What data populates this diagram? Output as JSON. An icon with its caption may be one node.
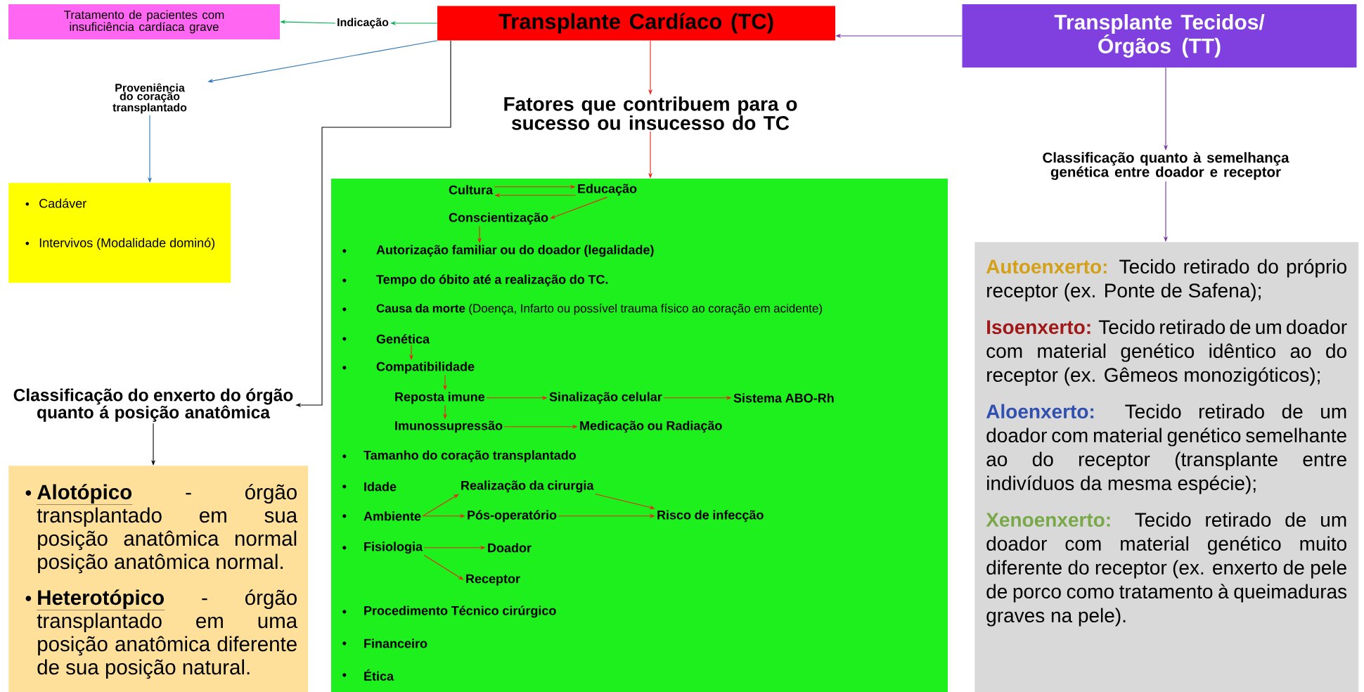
{
  "diagram": {
    "nodes": [
      {
        "text": [
          "Tratamento de pacientes com insuficiência cardíaca grave"
        ]
      },
      {
        "text": [
          "Indicação"
        ]
      },
      {
        "text": [
          "Transplante Cardíaco (TC)"
        ]
      },
      {
        "text": [
          "Transplante Tecidos/ Órgãos (TT)"
        ]
      },
      {
        "text": [
          "Proveniência do coração transplantado"
        ]
      },
      {
        "text": [
          "Cadáver",
          "Intervivos (Modalidade dominó)"
        ]
      },
      {
        "text": [
          "Fatores que contribuem para o sucesso ou insucesso do TC"
        ]
      },
      {
        "text": [],
        "shape": "box"
      },
      {
        "text": [
          "Classificação do enxerto do órgão quanto á posição anatômica"
        ]
      },
      {
        "text": [
          "Alotópico",
          "- órgão transplantado em sua posição anatômica normal posição anatômica normal.",
          "Heterotópico",
          "- órgão transplantado em uma posição anatômica diferente de sua posição natural."
        ]
      },
      {
        "text": [
          "Classificação quanto à semelhança genética entre doador e receptor"
        ]
      },
      {
        "text": [
          "Autoenxerto:",
          "Tecido retirado do próprio receptor (ex. Ponte de Safena);",
          "Isoenxerto:",
          "Tecido retirado de um doador com material genético idêntico ao do receptor (ex. Gêmeos monozigóticos);",
          "Aloenxerto:",
          "Tecido retirado de um doador com material genético semelhante ao do receptor (transplante entre indivíduos da mesma espécie);",
          "Xenoenxerto:",
          "Tecido retirado de um doador com material genético muito diferente do receptor (ex. enxerto de pele de porco como tratamento à queimaduras graves na pele)."
        ]
      },
      {
        "text": [
          "Cultura"
        ],
        "in": 7
      },
      {
        "text": [
          "Educação"
        ],
        "in": 7
      },
      {
        "text": [
          "Conscientização"
        ],
        "in": 7
      },
      {
        "text": [
          "Autorização familiar ou do doador (legalidade)"
        ],
        "in": 7
      },
      {
        "text": [
          "Tempo do óbito até a realização do TC."
        ],
        "in": 7
      },
      {
        "text": [
          "**Causa da morte** (Doença, Infarto ou possível trauma físico ao coração em acidente)"
        ],
        "in": 7
      },
      {
        "text": [
          "Genética"
        ],
        "in": 7
      },
      {
        "text": [
          "Compatibilidade"
        ],
        "in": 7
      },
      {
        "text": [
          "Reposta imune"
        ],
        "in": 7
      },
      {
        "text": [
          "Sinalização celular"
        ],
        "in": 7
      },
      {
        "text": [
          "Sistema ABO-Rh"
        ],
        "in": 7
      },
      {
        "text": [
          "Imunossupressão"
        ],
        "in": 7
      },
      {
        "text": [
          "Medicação ou Radiação"
        ],
        "in": 7
      },
      {
        "text": [
          "Tamanho do coração transplantado"
        ],
        "in": 7
      },
      {
        "text": [
          "Idade"
        ],
        "in": 7
      },
      {
        "text": [
          "Realização da cirurgia"
        ],
        "in": 7
      },
      {
        "text": [
          "Ambiente"
        ],
        "in": 7
      },
      {
        "text": [
          "Pós-operatório"
        ],
        "in": 7
      },
      {
        "text": [
          "Risco de infecção"
        ],
        "in": 7
      },
      {
        "text": [
          "Fisiologia"
        ],
        "in": 7
      },
      {
        "text": [
          "Doador"
        ],
        "in": 7
      },
      {
        "text": [
          "Receptor"
        ],
        "in": 7
      },
      {
        "text": [
          "Procedimento Técnico cirúrgico"
        ],
        "in": 7
      },
      {
        "text": [
          "Financeiro"
        ],
        "in": 7
      },
      {
        "text": [
          "Ética"
        ],
        "in": 7
      }
    ],
    "edges": [
      {
        "from": 1,
        "to": 0,
        "arrow": "to",
        "color": "#00b050"
      },
      {
        "from": 2,
        "to": 1,
        "arrow": "to",
        "color": "#00b050"
      },
      {
        "from": 3,
        "to": 2,
        "arrow": "to",
        "color": "#7030a0"
      },
      {
        "from": 2,
        "to": 4,
        "arrow": "to",
        "color": "#2e75b6"
      },
      {
        "from": 4,
        "to": 5,
        "arrow": "to",
        "color": "#2e75b6"
      },
      {
        "from": 2,
        "to": 6,
        "arrow": "to"
      },
      {
        "from": 6,
        "to": 7,
        "arrow": "to"
      },
      {
        "from": 2,
        "to": 8,
        "arrow": "to",
        "color": "#000000"
      },
      {
        "from": 8,
        "to": 9,
        "arrow": "to",
        "color": "#000000"
      },
      {
        "from": 3,
        "to": 10,
        "arrow": "to",
        "color": "#7030a0"
      },
      {
        "from": 10,
        "to": 11,
        "arrow": "to",
        "color": "#7030a0"
      },
      {
        "from": 12,
        "to": 13,
        "arrow": "to"
      },
      {
        "from": 13,
        "to": 12,
        "arrow": "to"
      },
      {
        "from": 13,
        "to": 14,
        "arrow": "to"
      },
      {
        "from": 14,
        "to": 15,
        "arrow": "to"
      },
      {
        "from": 18,
        "to": 19,
        "arrow": "to"
      },
      {
        "from": 19,
        "to": 20,
        "arrow": "to"
      },
      {
        "from": 20,
        "to": 21,
        "arrow": "to"
      },
      {
        "from": 21,
        "to": 22,
        "arrow": "to"
      },
      {
        "from": 20,
        "to": 23,
        "arrow": "to"
      },
      {
        "from": 23,
        "to": 24,
        "arrow": "to"
      },
      {
        "from": 28,
        "to": 27,
        "arrow": "to"
      },
      {
        "from": 28,
        "to": 29,
        "arrow": "to"
      },
      {
        "from": 27,
        "to": 30,
        "arrow": "to"
      },
      {
        "from": 29,
        "to": 30,
        "arrow": "to"
      },
      {
        "from": 31,
        "to": 32,
        "arrow": "to"
      },
      {
        "from": 31,
        "to": 33,
        "arrow": "to"
      }
    ]
  }
}
